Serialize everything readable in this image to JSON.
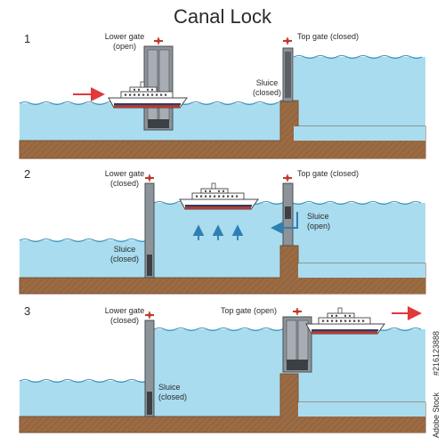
{
  "title": "Canal Lock",
  "panels": [
    {
      "number": "1",
      "lower_gate": [
        "Lower gate",
        "(open)"
      ],
      "top_gate": [
        "Top gate (closed)"
      ],
      "sluice": [
        "Sluice",
        "(closed)"
      ]
    },
    {
      "number": "2",
      "lower_gate": [
        "Lower gate",
        "(closed)"
      ],
      "top_gate": [
        "Top gate (closed)"
      ],
      "sluice_lower": [
        "Sluice",
        "(closed)"
      ],
      "sluice_upper": [
        "Sluice",
        "(open)"
      ]
    },
    {
      "number": "3",
      "lower_gate": [
        "Lower gate",
        "(closed)"
      ],
      "top_gate": [
        "Top gate (open)"
      ],
      "sluice": [
        "Sluice",
        "(closed)"
      ]
    }
  ],
  "watermark": {
    "brand": "Adobe Stock",
    "id": "#216123888"
  },
  "colors": {
    "water": "#a9dcef",
    "water_line": "#3a8fb7",
    "earth": "#9b6b43",
    "earth_dark": "#7a5130",
    "gate": "#8c9399",
    "arrow_red": "#e0393a",
    "arrow_blue": "#2f7fb4"
  }
}
